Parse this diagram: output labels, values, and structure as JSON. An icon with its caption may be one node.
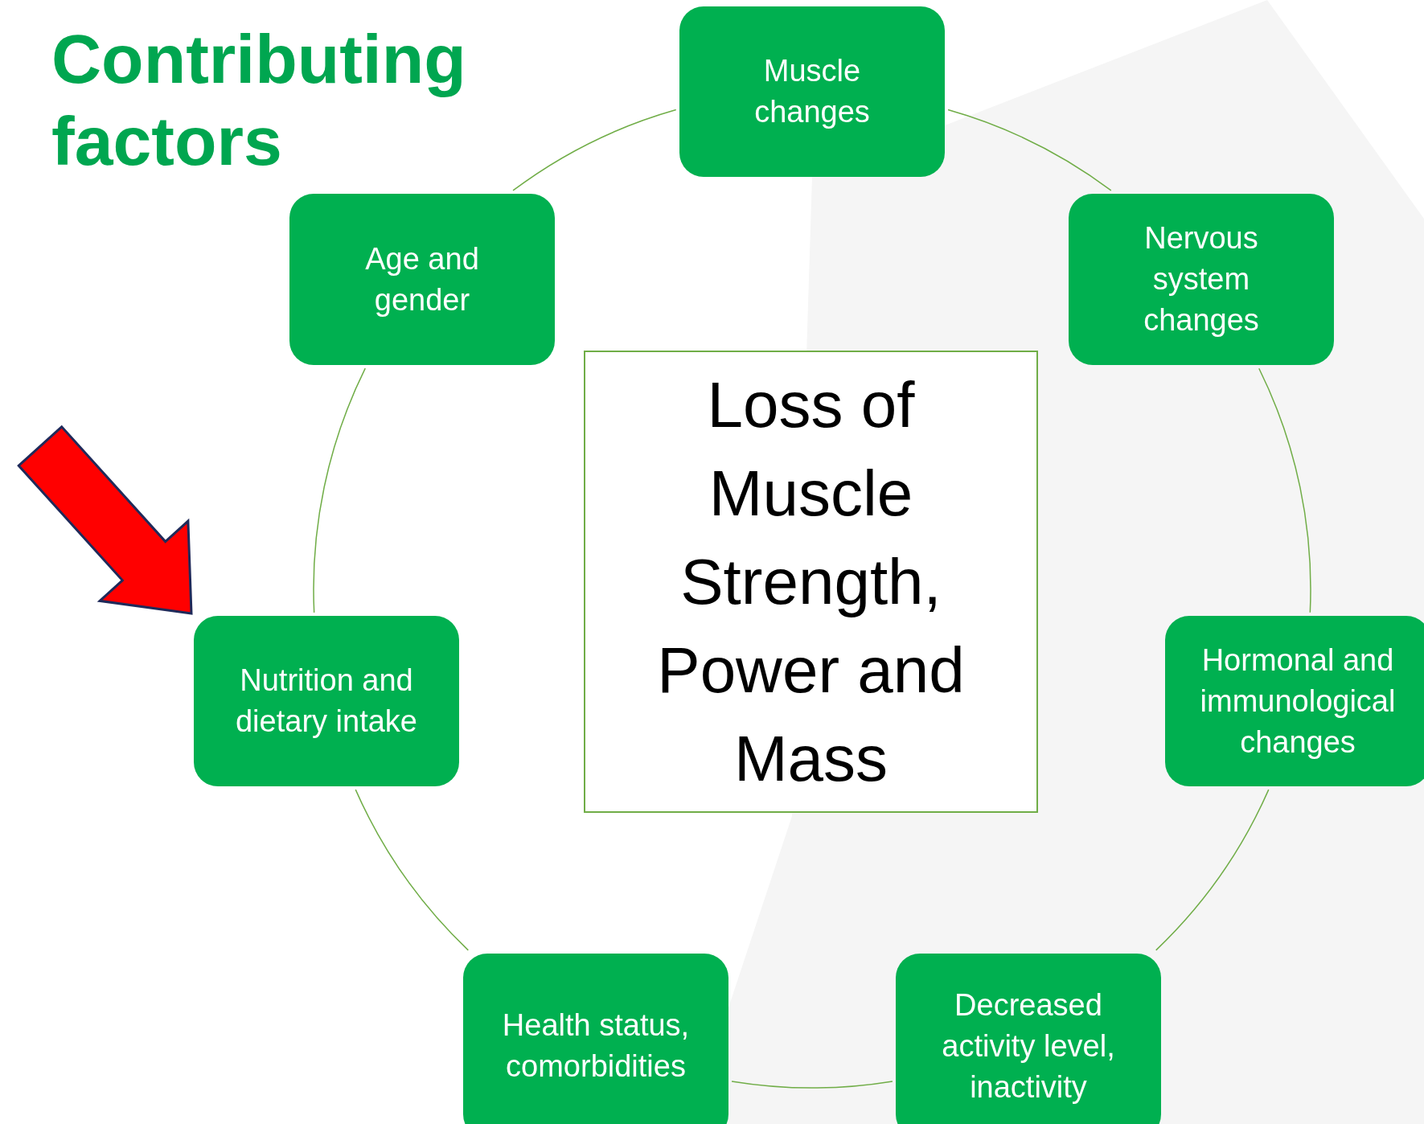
{
  "diagram": {
    "title": "Contributing factors",
    "nodes": [
      {
        "text": [
          "Muscle changes"
        ]
      },
      {
        "text": [
          "Age and gender"
        ]
      },
      {
        "text": [
          "Nervous system changes"
        ]
      },
      {
        "text": [
          "Loss of Muscle Strength, Power and Mass"
        ]
      },
      {
        "text": [
          "Nutrition and dietary intake"
        ]
      },
      {
        "text": [
          "Hormonal and immunological changes"
        ]
      },
      {
        "text": [
          "Health status, comorbidities"
        ]
      },
      {
        "text": [
          "Decreased activity level, inactivity"
        ]
      }
    ],
    "edges": [
      {
        "from": 0,
        "to": 2,
        "arrow": "none"
      },
      {
        "from": 2,
        "to": 5,
        "arrow": "none"
      },
      {
        "from": 5,
        "to": 7,
        "arrow": "none"
      },
      {
        "from": 7,
        "to": 6,
        "arrow": "none"
      },
      {
        "from": 6,
        "to": 4,
        "arrow": "none"
      },
      {
        "from": 4,
        "to": 1,
        "arrow": "none"
      },
      {
        "from": 1,
        "to": 0,
        "arrow": "none"
      },
      {
        "from": null,
        "to": 4,
        "arrow": "to",
        "style": "thick",
        "color": "#ff0000"
      }
    ]
  }
}
